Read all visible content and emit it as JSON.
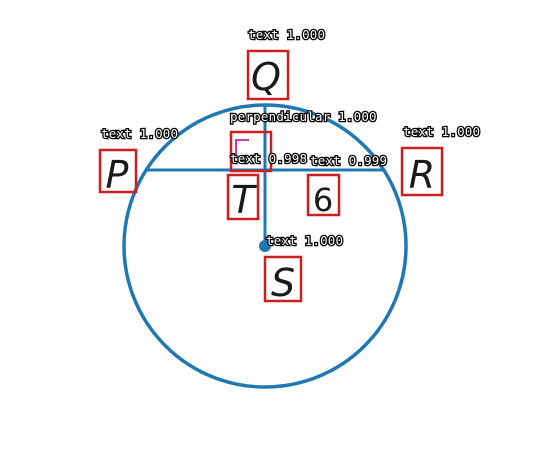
{
  "diagram": {
    "points": {
      "P": "P",
      "Q": "Q",
      "R": "R",
      "S": "S",
      "T": "T"
    },
    "segment_label": "6",
    "colors": {
      "circle": "#1f78b4",
      "box": "#cc1f1f",
      "right_angle": "#c83ca8",
      "ink": "#1a1a1a"
    }
  },
  "detections": [
    {
      "id": "q",
      "label": "text 1.000"
    },
    {
      "id": "perp",
      "label": "perpendicular 1.000"
    },
    {
      "id": "p",
      "label": "text 1.000"
    },
    {
      "id": "r",
      "label": "text 1.000"
    },
    {
      "id": "t",
      "label": "text 0.998"
    },
    {
      "id": "six",
      "label": "text 0.999"
    },
    {
      "id": "s",
      "label": "text 1.000"
    }
  ]
}
